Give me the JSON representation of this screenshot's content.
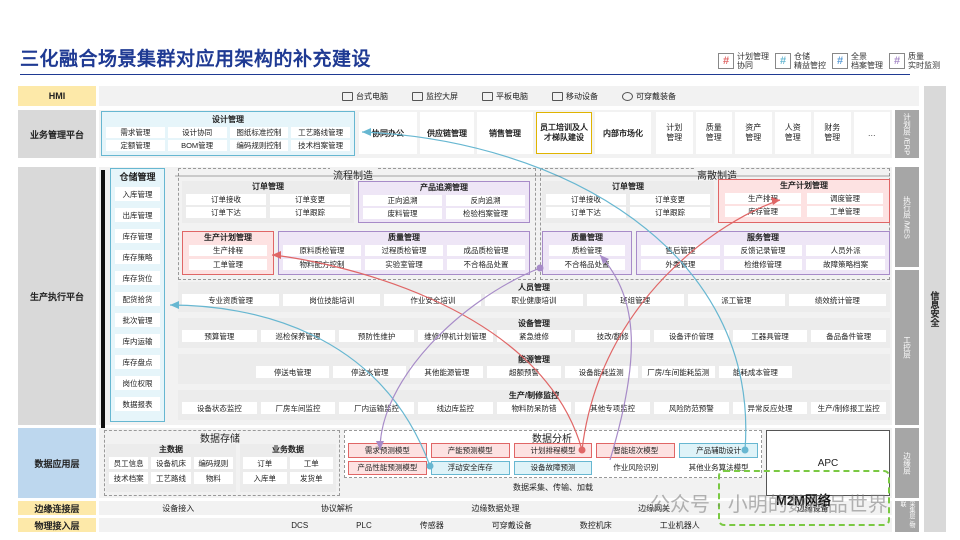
{
  "title": "三化融合场景集群对应用架构的补充建设",
  "legend": [
    {
      "mark": "#",
      "label": "计划管理\n协同",
      "color": "#e06666"
    },
    {
      "mark": "#",
      "label": "仓储\n精益管控",
      "color": "#67b7d1"
    },
    {
      "mark": "#",
      "label": "全景\n档案管理",
      "color": "#5b9bd5"
    },
    {
      "mark": "#",
      "label": "质量\n实时监测",
      "color": "#a78bc8"
    }
  ],
  "rows": {
    "hmi": "HMI",
    "business": "业务管理平台",
    "production": "生产执行平台",
    "data": "数据应用层",
    "edge": "边缘连接层",
    "physical": "物理接入层"
  },
  "hmi_items": [
    "台式电脑",
    "监控大屏",
    "平板电脑",
    "移动设备",
    "可穿戴装备"
  ],
  "business": {
    "design": {
      "title": "设计管理",
      "items": [
        "需求管理",
        "设计协同",
        "图纸标准控制",
        "工艺路线管理",
        "定额管理",
        "BOM管理",
        "编码规则控制",
        "技术档案管理"
      ]
    },
    "modules": [
      "协同办公",
      "供应链管理",
      "销售管理",
      "员工培训及人才梯队建设",
      "内部市场化"
    ],
    "small": [
      "计划管理",
      "质量管理",
      "资产管理",
      "人资管理",
      "财务管理",
      "…"
    ]
  },
  "production": {
    "warehouse": {
      "title": "仓储管理",
      "items": [
        "入库管理",
        "出库管理",
        "库存管理",
        "库存策略",
        "库存货位",
        "配货拾货",
        "批次管理",
        "库内运输",
        "库存盘点",
        "岗位权限",
        "数据报表"
      ]
    },
    "process_title": "流程制造",
    "discrete_title": "离散制造",
    "p_order": {
      "title": "订单管理",
      "items": [
        "订单接收",
        "订单变更",
        "订单下达",
        "订单跟踪"
      ]
    },
    "p_trace": {
      "title": "产品追溯管理",
      "items": [
        "正向追溯",
        "反向追溯",
        "废料管理",
        "检验档案管理"
      ]
    },
    "d_order": {
      "title": "订单管理",
      "items": [
        "订单接收",
        "订单变更",
        "订单下达",
        "订单跟踪"
      ]
    },
    "d_plan": {
      "title": "生产计划管理",
      "items": [
        "生产排程",
        "调度管理",
        "库存管理",
        "工单管理"
      ]
    },
    "p_plan": {
      "title": "生产计划管理",
      "items": [
        "生产排程",
        "工单管理"
      ]
    },
    "p_quality": {
      "title": "质量管理",
      "items": [
        "原料质检管理",
        "过程质检管理",
        "成品质检管理",
        "物料配方控制",
        "实验室管理",
        "不合格品处置"
      ]
    },
    "d_quality": {
      "title": "质量管理",
      "items": [
        "质检管理",
        "不合格品处置"
      ]
    },
    "d_service": {
      "title": "服务管理",
      "items": [
        "售后管理",
        "反馈记录管理",
        "人员外派",
        "外委管理",
        "检维修管理",
        "故障策略档案"
      ]
    },
    "personnel": {
      "title": "人员管理",
      "items": [
        "专业资质管理",
        "岗位技能培训",
        "作业安全培训",
        "职业健康培训",
        "班组管理",
        "派工管理",
        "绩效统计管理"
      ]
    },
    "equipment": {
      "title": "设备管理",
      "items": [
        "预算管理",
        "巡检保养管理",
        "预防性维护",
        "维修/停机计划管理",
        "紧急维修",
        "技改/翻修",
        "设备评价管理",
        "工器具管理",
        "备品备件管理"
      ]
    },
    "energy": {
      "title": "能源管理",
      "items": [
        "停送电管理",
        "停送水管理",
        "其他能源管理",
        "超额预警",
        "设备能耗监测",
        "厂房/车间能耗监测",
        "能耗成本管理"
      ]
    },
    "safety": {
      "title": "生产/制修监控",
      "items": [
        "设备状态监控",
        "厂房车间监控",
        "厂内运输监控",
        "线边库监控",
        "物料防呆防错",
        "其他专项监控",
        "风险防范预警",
        "异常反应处理",
        "生产/制修报工监控"
      ]
    }
  },
  "data_layer": {
    "storage_title": "数据存储",
    "master": {
      "title": "主数据",
      "items": [
        "员工信息",
        "设备机床",
        "编码规则",
        "技术档案",
        "工艺路线",
        "物料"
      ]
    },
    "biz": {
      "title": "业务数据",
      "items": [
        "订单",
        "工单",
        "入库单",
        "发货单"
      ]
    },
    "analysis": {
      "title": "数据分析",
      "items": [
        "需求预测模型",
        "产能预测模型",
        "计划排程模型",
        "智能班次模型",
        "产品辅助设计",
        "产品性能预测模型",
        "浮动安全库存",
        "设备故障预测",
        "作业风险识别",
        "其他业务算法模型"
      ]
    },
    "collect": "数据采集、传输、加载",
    "apc": "APC"
  },
  "edge_items": [
    "设备接入",
    "协议解析",
    "边缘数据处理",
    "边缘网关",
    "边缘设备"
  ],
  "physical_items": [
    "DCS",
    "PLC",
    "传感器",
    "可穿戴设备",
    "数控机床",
    "工业机器人"
  ],
  "right_labels": [
    "计划层 /ERP",
    "执行层 /MES",
    "工控层",
    "边缘层",
    "采集层 /物联"
  ],
  "security": "信息安全",
  "watermark": "公众号 · 小明的数据品世界",
  "watermark_logo": "M2M网络"
}
